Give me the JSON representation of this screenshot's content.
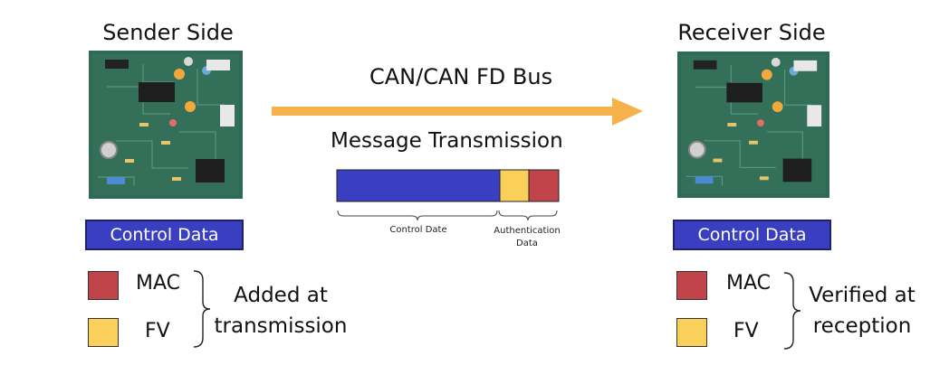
{
  "sender": {
    "title": "Sender Side",
    "control_data": "Control Data",
    "legend": [
      {
        "label": "MAC",
        "color": "#c0444a"
      },
      {
        "label": "FV",
        "color": "#fbd05a"
      }
    ],
    "note_line1": "Added at",
    "note_line2": "transmission"
  },
  "receiver": {
    "title": "Receiver Side",
    "control_data": "Control Data",
    "legend": [
      {
        "label": "MAC",
        "color": "#c0444a"
      },
      {
        "label": "FV",
        "color": "#fbd05a"
      }
    ],
    "note_line1": "Verified at",
    "note_line2": "reception"
  },
  "bus": {
    "label": "CAN/CAN FD Bus",
    "arrow_color": "#f6b24a"
  },
  "message": {
    "title": "Message Transmission",
    "segments": [
      {
        "name": "control",
        "color": "#3a3ec0"
      },
      {
        "name": "fv",
        "color": "#fbd05a"
      },
      {
        "name": "mac",
        "color": "#c0444a"
      }
    ],
    "control_label": "Control Date",
    "auth_label_line1": "Authentication",
    "auth_label_line2": "Data"
  },
  "board_icon": "circuit-board-icon"
}
